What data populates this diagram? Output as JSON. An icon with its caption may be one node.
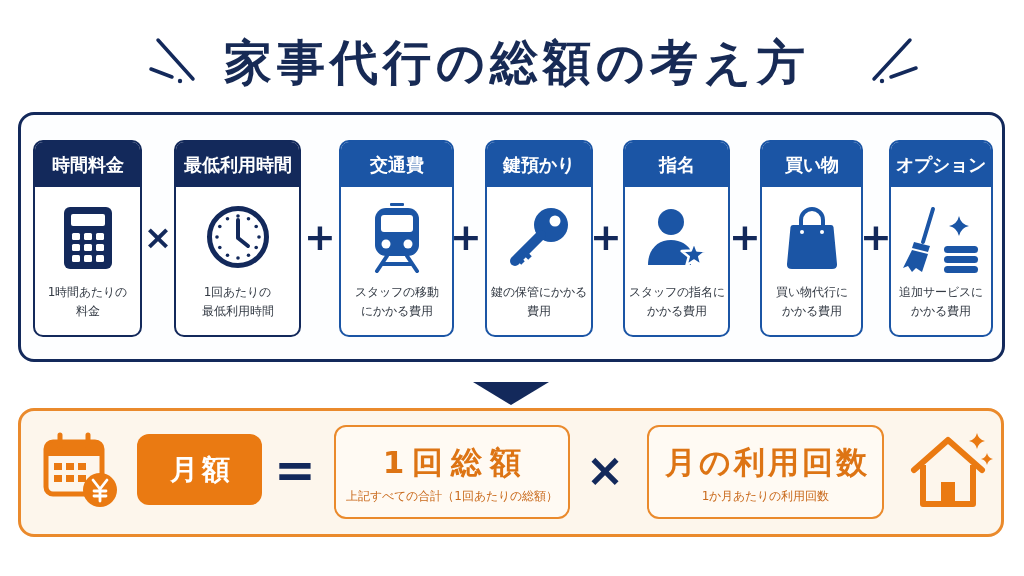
{
  "diagram": {
    "title": "家事代行の総額の考え方",
    "nodes": [
      {
        "text": [],
        "shape": "box"
      },
      {
        "text": [
          "時間料金",
          "1時間あたりの料金"
        ],
        "in": 0
      },
      {
        "text": [
          "最低利用時間",
          "1回あたりの最低利用時間"
        ],
        "in": 0
      },
      {
        "text": [
          "交通費",
          "スタッフの移動にかかる費用"
        ],
        "in": 0
      },
      {
        "text": [
          "鍵預かり",
          "鍵の保管にかかる費用"
        ],
        "in": 0
      },
      {
        "text": [
          "指名",
          "スタッフの指名にかかる費用"
        ],
        "in": 0
      },
      {
        "text": [
          "買い物",
          "買い物代行にかかる費用"
        ],
        "in": 0
      },
      {
        "text": [
          "オプション",
          "追加サービスにかかる費用"
        ],
        "in": 0
      },
      {
        "text": [],
        "shape": "box"
      },
      {
        "text": [
          "月額"
        ],
        "in": 8
      },
      {
        "text": [
          "1回総額",
          "上記すべての合計（1回あたりの総額）"
        ],
        "in": 8
      },
      {
        "text": [
          "月の利用回数",
          "1か月あたりの利用回数"
        ],
        "in": 8
      }
    ],
    "edges": [
      {
        "from": 0,
        "to": 8,
        "arrow": "to"
      }
    ],
    "labels": [
      "×",
      "+",
      "+",
      "+",
      "+",
      "+",
      "=",
      "×"
    ]
  }
}
